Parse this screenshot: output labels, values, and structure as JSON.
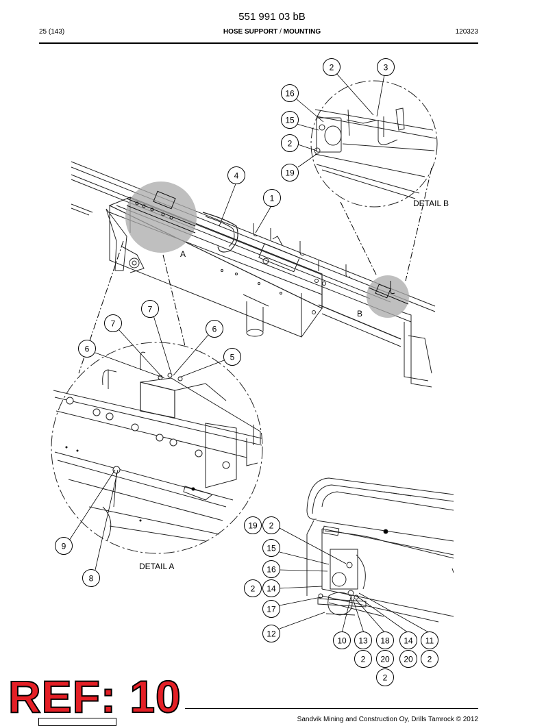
{
  "header": {
    "doc_number": "551 991 03 bB",
    "page": "25 (143)",
    "title_part1": "HOSE SUPPORT",
    "title_separator": " / ",
    "title_part2": "MOUNTING",
    "date": "120323"
  },
  "callouts": {
    "main": {
      "c4": "4",
      "c1": "1",
      "label_a": "A",
      "label_b": "B"
    },
    "detail_b": {
      "c2a": "2",
      "c3": "3",
      "c16": "16",
      "c15": "15",
      "c2b": "2",
      "c19": "19",
      "label": "DETAIL B"
    },
    "detail_a": {
      "c7a": "7",
      "c7b": "7",
      "c6a": "6",
      "c6b": "6",
      "c5": "5",
      "c9": "9",
      "c8": "8",
      "label": "DETAIL  A"
    },
    "lower": {
      "c19": "19",
      "c2a": "2",
      "c15": "15",
      "c16": "16",
      "c2b": "2",
      "c14a": "14",
      "c17": "17",
      "c12": "12",
      "c10": "10",
      "c13": "13",
      "c18": "18",
      "c14b": "14",
      "c11": "11",
      "c2c": "2",
      "c20a": "20",
      "c20b": "20",
      "c2d": "2",
      "c2e": "2"
    }
  },
  "stamp": {
    "text": "REF: 10",
    "color": "#e41f26"
  },
  "footer": {
    "copyright": "Sandvik Mining and Construction Oy, Drills Tamrock © 2012"
  }
}
